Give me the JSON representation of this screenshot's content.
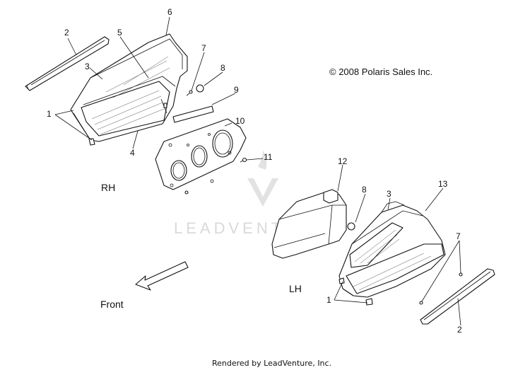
{
  "copyright": "© 2008 Polaris Sales Inc.",
  "footer": "Rendered by LeadVenture, Inc.",
  "watermark": "LEADVENTURE",
  "labels": {
    "rh": "RH",
    "lh": "LH",
    "front": "Front"
  },
  "callouts": [
    "1",
    "2",
    "3",
    "4",
    "5",
    "6",
    "7",
    "8",
    "9",
    "10",
    "11",
    "12",
    "13"
  ],
  "colors": {
    "ink": "#111111",
    "watermark": "#d9d9d9",
    "background": "#ffffff"
  }
}
